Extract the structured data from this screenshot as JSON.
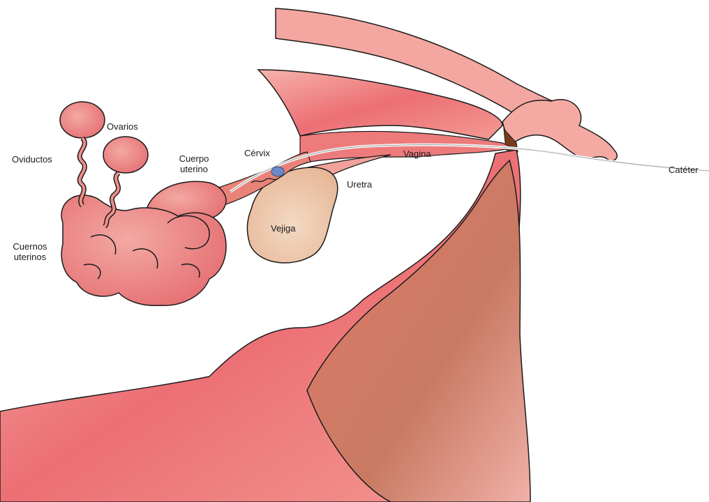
{
  "labels": {
    "ovarios": "Ovarios",
    "oviductos": "Oviductos",
    "cuernos_line1": "Cuernos",
    "cuernos_line2": "uterinos",
    "cuerpo_line1": "Cuerpo",
    "cuerpo_line2": "uterino",
    "cervix": "Cérvix",
    "vagina": "Vagina",
    "uretra": "Uretra",
    "vejiga": "Vejiga",
    "cateter": "Catéter"
  },
  "colors": {
    "tissue": "#ec6f74",
    "tissue_light": "#f4a3a0",
    "tissue_dark": "#c9725f",
    "bladder": "#efcbb0",
    "catheter_tip": "#6b88c9",
    "outline": "#1a1a1a",
    "vestibule": "#7a3b1a"
  }
}
